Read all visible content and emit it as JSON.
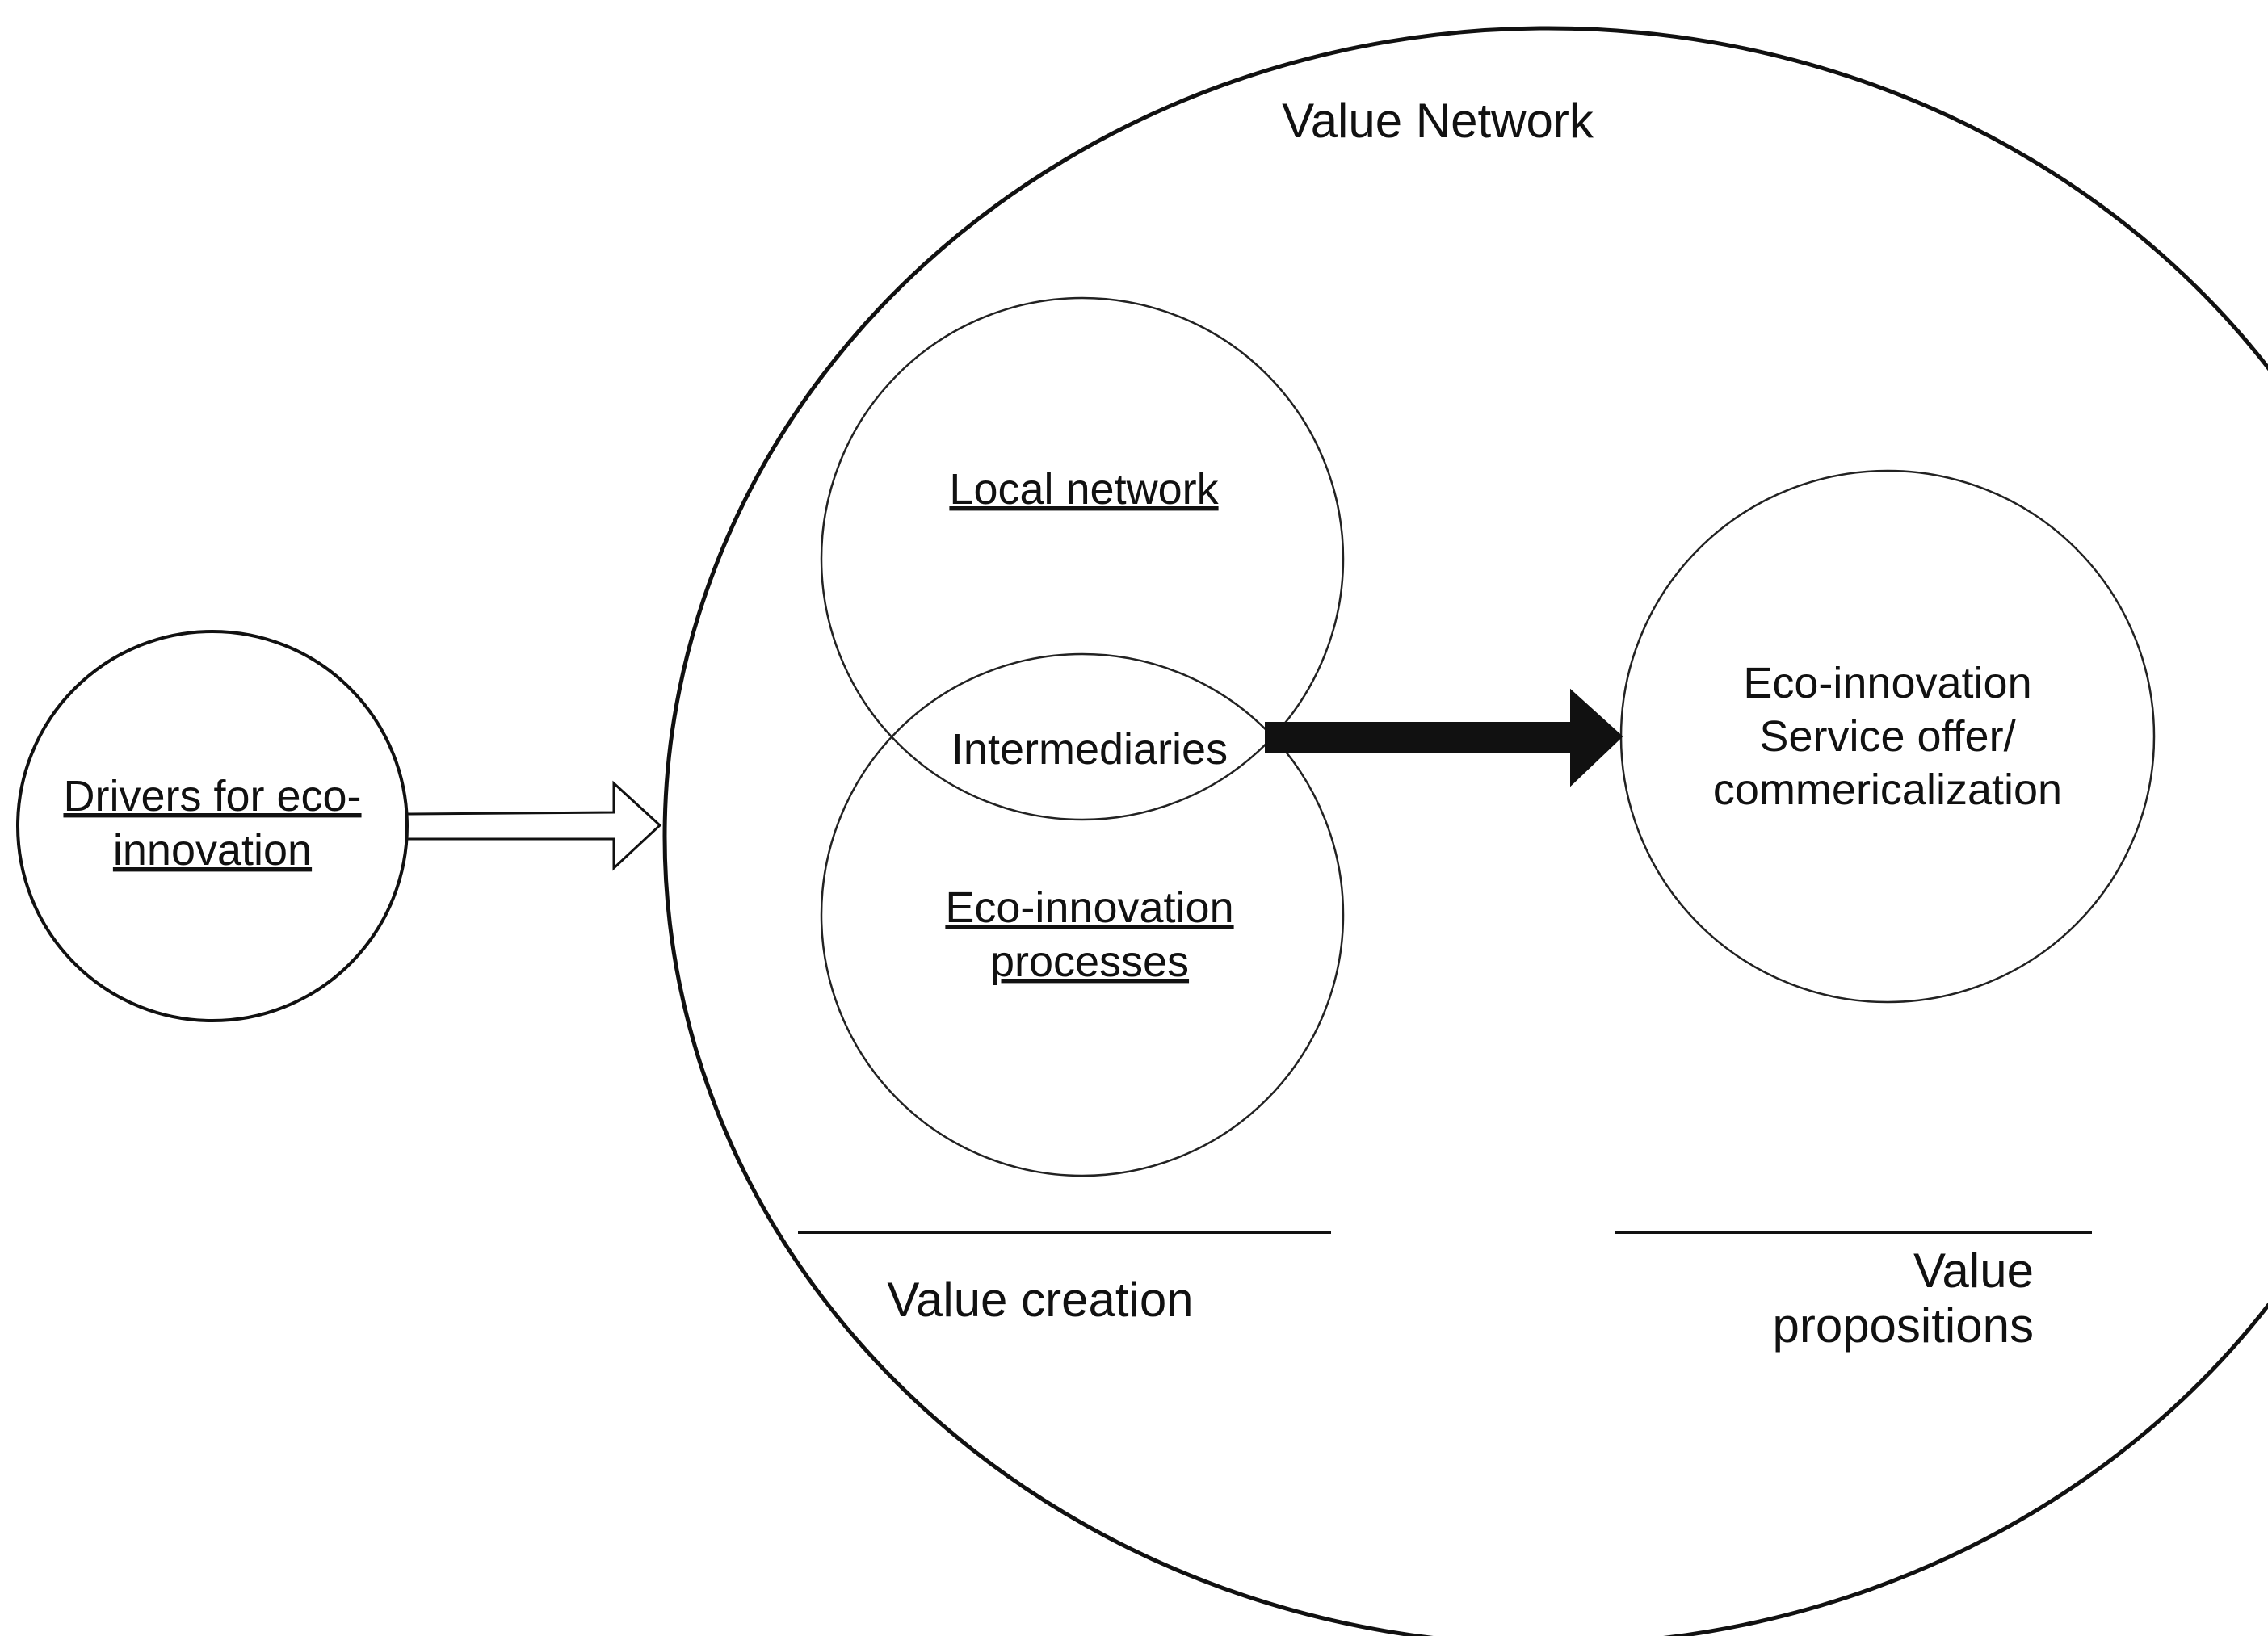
{
  "diagram": {
    "drivers": {
      "line1": "Drivers for eco-",
      "line2": "innovation"
    },
    "value_network_title": "Value Network",
    "local_network": "Local network",
    "intermediaries": "Intermediaries",
    "eco_processes": {
      "line1": "Eco-innovation",
      "line2": "processes"
    },
    "service_offer": {
      "line1": "Eco-innovation",
      "line2": "Service offer/",
      "line3": "commericalization"
    },
    "value_creation": "Value creation",
    "value_propositions": {
      "line1": "Value",
      "line2": "propositions"
    }
  }
}
